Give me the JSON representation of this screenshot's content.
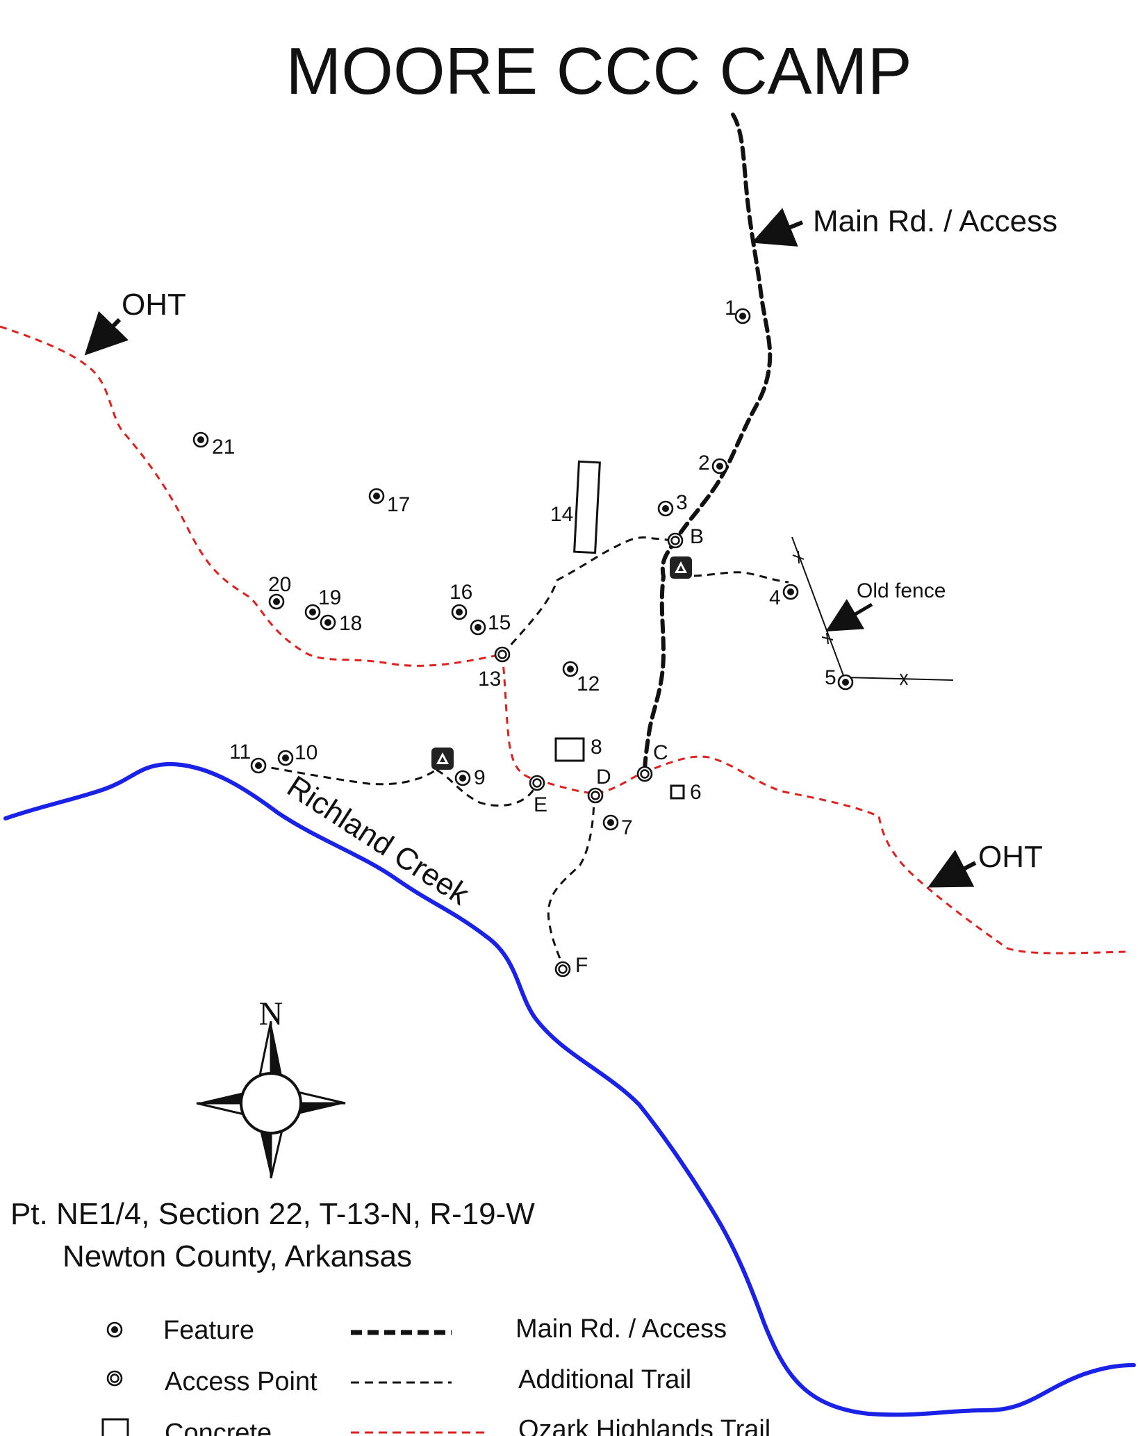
{
  "title": "MOORE CCC CAMP",
  "location": {
    "line1": "Pt. NE1/4, Section 22, T-13-N, R-19-W",
    "line2": "Newton County,  Arkansas"
  },
  "compass": {
    "north_label": "N"
  },
  "callouts": {
    "main_road": "Main Rd. / Access",
    "oht_west": "OHT",
    "oht_east": "OHT",
    "old_fence": "Old fence"
  },
  "creek": {
    "label": "Richland Creek"
  },
  "features": {
    "f1": "1",
    "f2": "2",
    "f3": "3",
    "f4": "4",
    "f5": "5",
    "f6": "6",
    "f7": "7",
    "f8": "8",
    "f9": "9",
    "f10": "10",
    "f11": "11",
    "f12": "12",
    "f13": "13",
    "f14": "14",
    "f15": "15",
    "f16": "16",
    "f17": "17",
    "f18": "18",
    "f19": "19",
    "f20": "20",
    "f21": "21"
  },
  "access_points": {
    "B": "B",
    "C": "C",
    "D": "D",
    "E": "E",
    "F": "F"
  },
  "legend": {
    "feature": "Feature",
    "access_point": "Access Point",
    "concrete": "Concrete",
    "main_road": "Main Rd. / Access",
    "additional_trail": "Additional Trail",
    "ozark_trail": "Ozark Highlands Trail"
  },
  "colors": {
    "creek": "#1a22e8",
    "ozark_trail": "#e0201c",
    "ink": "#111111"
  },
  "icons": {
    "campsite": "campsite-icon",
    "feature": "feature-marker-icon",
    "access_point": "access-point-icon",
    "concrete": "concrete-square-icon",
    "compass": "compass-rose-icon"
  }
}
